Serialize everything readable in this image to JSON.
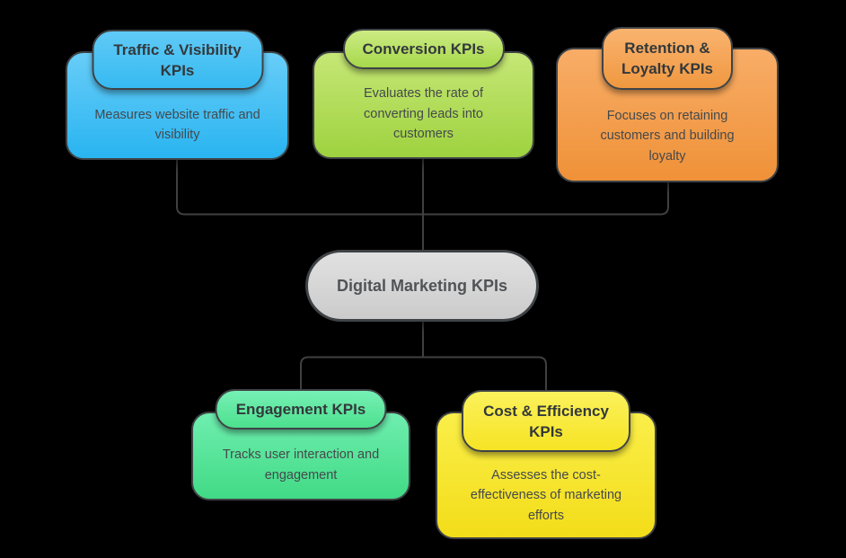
{
  "root": {
    "label": "Digital Marketing KPIs"
  },
  "nodes": {
    "traffic": {
      "title": "Traffic & Visibility KPIs",
      "description": "Measures website traffic and visibility"
    },
    "conversion": {
      "title": "Conversion KPIs",
      "description": "Evaluates the rate of converting leads into customers"
    },
    "retention": {
      "title": "Retention & Loyalty KPIs",
      "description": "Focuses on retaining customers and building loyalty"
    },
    "engagement": {
      "title": "Engagement KPIs",
      "description": "Tracks user interaction and engagement"
    },
    "cost": {
      "title": "Cost & Efficiency KPIs",
      "description": "Assesses the cost-effectiveness of marketing efforts"
    }
  },
  "colors": {
    "background": "#000000",
    "line": "#404040",
    "border": "#3f4346",
    "title-text": "#33383b",
    "desc-text": "#45494c",
    "root-text": "#515456",
    "root-top": "#e1e1e1",
    "root-bot": "#cbcbcb",
    "traffic-top": "#68cdf8",
    "traffic-bot": "#29b4f0",
    "traffic-hdr-top": "#60caf6",
    "traffic-hdr-bot": "#36baf1",
    "conversion-top": "#c6e776",
    "conversion-bot": "#9ed23f",
    "conversion-hdr-top": "#cdeb82",
    "conversion-hdr-bot": "#a6d84c",
    "retention-top": "#f8ad67",
    "retention-bot": "#ef9138",
    "retention-hdr-top": "#f9b36f",
    "retention-hdr-bot": "#f09840",
    "engagement-top": "#6feeaf",
    "engagement-bot": "#41da85",
    "engagement-hdr-top": "#77f0b5",
    "engagement-hdr-bot": "#4ce08e",
    "cost-top": "#faee49",
    "cost-bot": "#f3dd19",
    "cost-hdr-top": "#fbf15c",
    "cost-hdr-bot": "#f6e424"
  }
}
